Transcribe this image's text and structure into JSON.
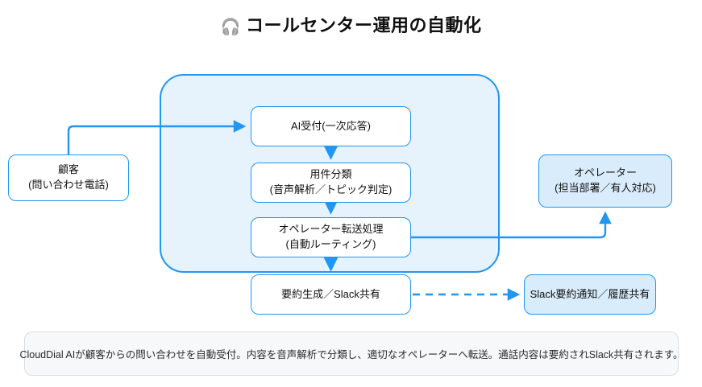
{
  "diagram": {
    "title": {
      "icon": "headphone-icon",
      "glyph": "🎧",
      "text": "コールセンター運用の自動化"
    },
    "colors": {
      "accent": "#2196f3",
      "group_fill": "#e6f2fc",
      "node_fill": "#ffffff",
      "node_tinted_fill": "#d9ecfb",
      "footer_fill": "#f7f8f9",
      "footer_border": "#d9dde1",
      "text": "#111111"
    },
    "nodes": [
      {
        "id": "customer",
        "line1": "顧客",
        "line2": "(問い合わせ電話)",
        "style": "plain"
      },
      {
        "id": "ai-reception",
        "line1": "AI受付(一次応答)",
        "line2": "",
        "style": "plain"
      },
      {
        "id": "classification",
        "line1": "用件分類",
        "line2": "(音声解析／トピック判定)",
        "style": "plain"
      },
      {
        "id": "operator-transfer",
        "line1": "オペレーター転送処理",
        "line2": "(自動ルーティング)",
        "style": "plain"
      },
      {
        "id": "summary-share",
        "line1": "要約生成／Slack共有",
        "line2": "",
        "style": "plain"
      },
      {
        "id": "operator",
        "line1": "オペレーター",
        "line2": "(担当部署／有人対応)",
        "style": "tinted"
      },
      {
        "id": "slack-notify",
        "line1": "Slack要約通知／履歴共有",
        "line2": "",
        "style": "tinted"
      }
    ],
    "edges": [
      {
        "id": "customer-to-ai",
        "from": "customer",
        "to": "ai-reception",
        "style": "solid",
        "label": ""
      },
      {
        "id": "ai-to-classification",
        "from": "ai-reception",
        "to": "classification",
        "style": "solid",
        "label": ""
      },
      {
        "id": "classification-to-transfer",
        "from": "classification",
        "to": "operator-transfer",
        "style": "solid",
        "label": ""
      },
      {
        "id": "transfer-to-summary",
        "from": "operator-transfer",
        "to": "summary-share",
        "style": "solid",
        "label": ""
      },
      {
        "id": "transfer-to-operator",
        "from": "operator-transfer",
        "to": "operator",
        "style": "solid",
        "label": ""
      },
      {
        "id": "summary-to-slack",
        "from": "summary-share",
        "to": "slack-notify",
        "style": "dashed",
        "label": ""
      }
    ],
    "group": {
      "id": "automation-group",
      "label": ""
    },
    "footer": {
      "text": "CloudDial AIが顧客からの問い合わせを自動受付。内容を音声解析で分類し、適切なオペレーターへ転送。通話内容は要約されSlack共有されます。"
    }
  }
}
